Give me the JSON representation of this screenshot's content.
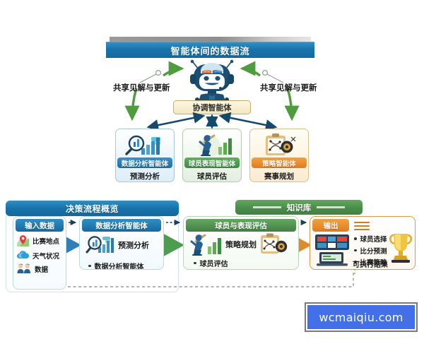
{
  "figure": {
    "top_title": "智能体间的数据流",
    "bottom_title": "决策流程概览",
    "knowledge_base_title": "知识库"
  },
  "top": {
    "coordinator_label": "协调智能体",
    "share_label_left": "共享见解与更新",
    "share_label_right": "共享见解与更新",
    "robot_icon": "robot-agent-icon",
    "agents": [
      {
        "pill_label": "数据分析智能体",
        "sub_label": "预测分析",
        "icon": "magnifier-bar-chart-icon",
        "accent": "#1c6fa6"
      },
      {
        "pill_label": "球员表现智能体",
        "sub_label": "球员评估",
        "icon": "baseball-batter-chart-icon",
        "accent": "#3d8c46"
      },
      {
        "pill_label": "策略智能体",
        "sub_label": "赛事规划",
        "icon": "clipboard-tactics-icon",
        "accent": "#e07b21"
      }
    ]
  },
  "flow": {
    "input": {
      "header": "输入数据",
      "items": [
        {
          "label": "比赛地点",
          "icon": "map-pin-icon"
        },
        {
          "label": "天气状况",
          "icon": "weather-cloud-icon"
        },
        {
          "label": "数据",
          "icon": "people-group-icon"
        }
      ]
    },
    "data_analysis": {
      "header": "数据分析智能体",
      "icon": "magnifier-bar-chart-icon",
      "icon_label": "预测分析",
      "bullet": "数据分析智能体"
    },
    "player_performance": {
      "header": "球员与表现评估",
      "icon_left": "baseball-batter-chart-icon",
      "icon_right": "clipboard-tactics-icon",
      "center_label": "策略规划",
      "bullet": "球员评估"
    },
    "output": {
      "header": "输出",
      "icons": [
        "scoreboard-icon",
        "laptop-icon",
        "trophy-icon"
      ],
      "items": [
        "球员选择",
        "比分预测",
        "比赛策略"
      ],
      "final": "可执行结果"
    }
  },
  "watermark": {
    "text": "wcmaiqiu.com"
  },
  "colors": {
    "blue": "#1873ab",
    "green": "#4b8f4c",
    "orange": "#e07b21",
    "navy_arrow": "#14496e",
    "green_arrow": "#4f9c3f",
    "cream": "#f3e8c0",
    "watermark_blue": "#4370e8"
  }
}
